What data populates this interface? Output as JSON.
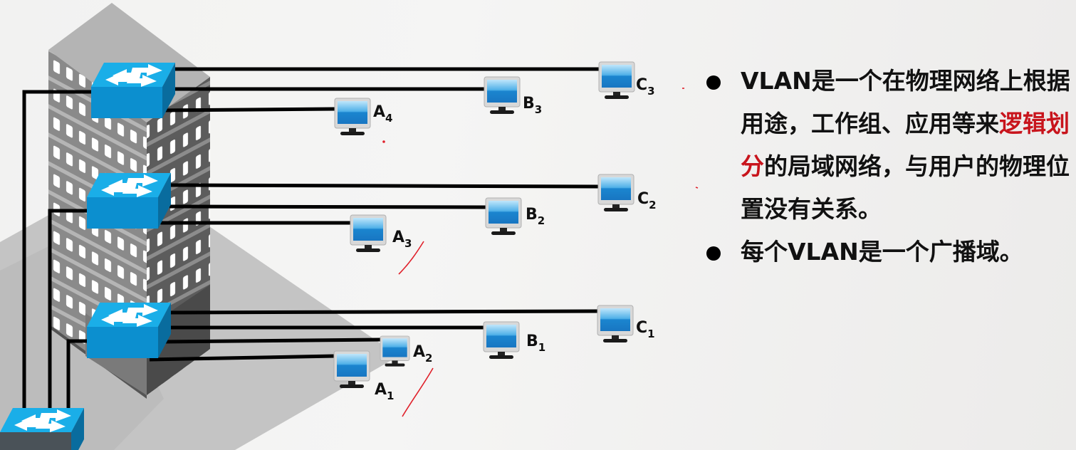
{
  "slide": {
    "bullets": [
      {
        "pre": "VLAN是一个在物理网络上根据用途，工作组、应用等来",
        "highlight": "逻辑划分",
        "post": "的局域网络，与用户的物理位置没有关系。"
      },
      {
        "pre": "每个VLAN是一个广播域。",
        "highlight": "",
        "post": ""
      }
    ],
    "highlight_color": "#c8141c"
  },
  "diagram": {
    "switch_color": "#1ba3e0",
    "cable_color": "#000000",
    "floors": [
      {
        "name": "floor-3",
        "hosts": [
          {
            "letter": "A",
            "sub": "4"
          },
          {
            "letter": "B",
            "sub": "3"
          },
          {
            "letter": "C",
            "sub": "3"
          }
        ]
      },
      {
        "name": "floor-2",
        "hosts": [
          {
            "letter": "A",
            "sub": "3"
          },
          {
            "letter": "B",
            "sub": "2"
          },
          {
            "letter": "C",
            "sub": "2"
          }
        ]
      },
      {
        "name": "floor-1",
        "hosts": [
          {
            "letter": "A",
            "sub": "1"
          },
          {
            "letter": "A",
            "sub": "2"
          },
          {
            "letter": "B",
            "sub": "1"
          },
          {
            "letter": "C",
            "sub": "1"
          }
        ]
      }
    ],
    "labels": {
      "a4": "A",
      "a4s": "4",
      "b3": "B",
      "b3s": "3",
      "c3": "C",
      "c3s": "3",
      "a3": "A",
      "a3s": "3",
      "b2": "B",
      "b2s": "2",
      "c2": "C",
      "c2s": "2",
      "a1": "A",
      "a1s": "1",
      "a2": "A",
      "a2s": "2",
      "b1": "B",
      "b1s": "1",
      "c1": "C",
      "c1s": "1"
    }
  }
}
